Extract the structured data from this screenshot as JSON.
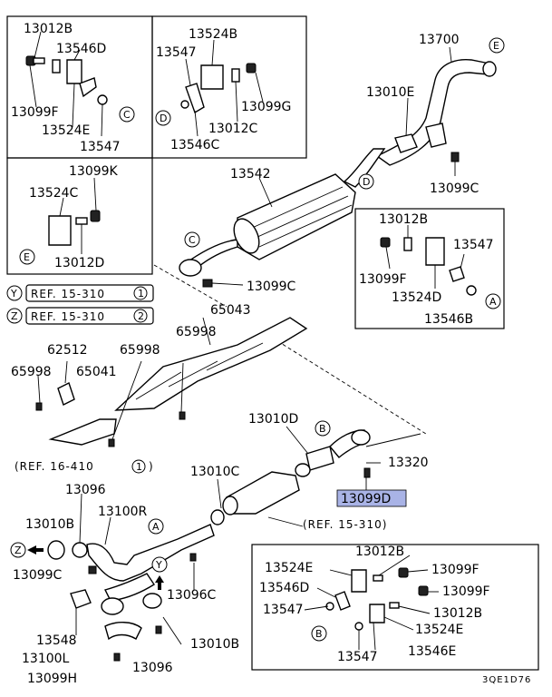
{
  "labels": {
    "p13012B_a": "13012B",
    "p13546D_a": "13546D",
    "p13099F_a": "13099F",
    "p13524E_a": "13524E",
    "p13547_a": "13547",
    "p13524B": "13524B",
    "p13547_b": "13547",
    "p13099G": "13099G",
    "p13012C": "13012C",
    "p13546C": "13546C",
    "p13099K": "13099K",
    "p13524C": "13524C",
    "p13012D": "13012D",
    "p13700": "13700",
    "p13010E": "13010E",
    "p13099C_a": "13099C",
    "p13542": "13542",
    "p13099C_b": "13099C",
    "p13012B_b": "13012B",
    "p13547_c": "13547",
    "p13099F_b": "13099F",
    "p13524D": "13524D",
    "p13546B": "13546B",
    "p65043": "65043",
    "p65998_a": "65998",
    "p62512": "62512",
    "p65998_b": "65998",
    "p65998_c": "65998",
    "p65041": "65041",
    "p13010D": "13010D",
    "p13320": "13320",
    "p13099D": "13099D",
    "p13010C": "13010C",
    "p13096_a": "13096",
    "p13010B_a": "13010B",
    "p13100R": "13100R",
    "p13099C_c": "13099C",
    "p13096C": "13096C",
    "p13548": "13548",
    "p13100L": "13100L",
    "p13099H": "13099H",
    "p13096_b": "13096",
    "p13010B_b": "13010B",
    "p13524E_b": "13524E",
    "p13012B_c": "13012B",
    "p13099F_c": "13099F",
    "p13546D_b": "13546D",
    "p13099F_d": "13099F",
    "p13547_d": "13547",
    "p13012B_d": "13012B",
    "p13524E_c": "13524E",
    "p13547_e": "13547",
    "p13546E": "13546E"
  },
  "refs": {
    "ref_y": "REF. 15-310",
    "ref_y_num": "1",
    "ref_z": "REF. 15-310",
    "ref_z_num": "2",
    "ref_16": "(REF. 16-410",
    "ref_16_num": "1",
    "ref_16_close": ")",
    "ref_15": "(REF. 15-310)"
  },
  "callouts": {
    "Y": "Y",
    "Z": "Z",
    "A": "A",
    "B": "B",
    "C": "C",
    "D": "D",
    "E": "E"
  },
  "highlight_color": "#a9b3e6",
  "diagram_code": "3QE1D76"
}
